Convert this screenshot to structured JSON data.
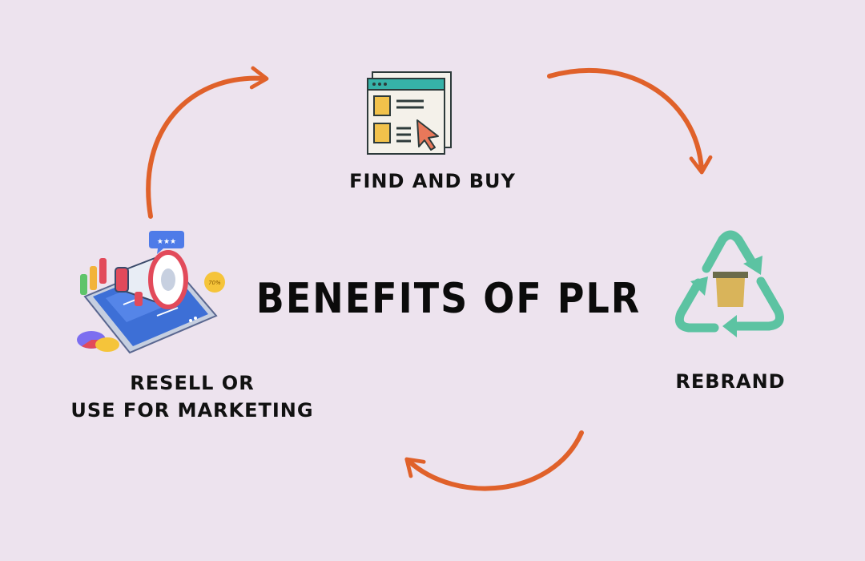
{
  "title": "BENEFITS OF PLR",
  "steps": [
    {
      "label": "FIND AND BUY",
      "icon": "browser-window-cursor-icon"
    },
    {
      "label": "REBRAND",
      "icon": "recycle-box-icon"
    },
    {
      "label_line1": "RESELL OR",
      "label_line2": "USE FOR MARKETING",
      "icon": "phone-megaphone-marketing-icon"
    }
  ],
  "colors": {
    "background": "#ede3ee",
    "arrow": "#e0612a",
    "text": "#111111",
    "recycle": "#5cc3a2",
    "box": "#d9b45a"
  }
}
